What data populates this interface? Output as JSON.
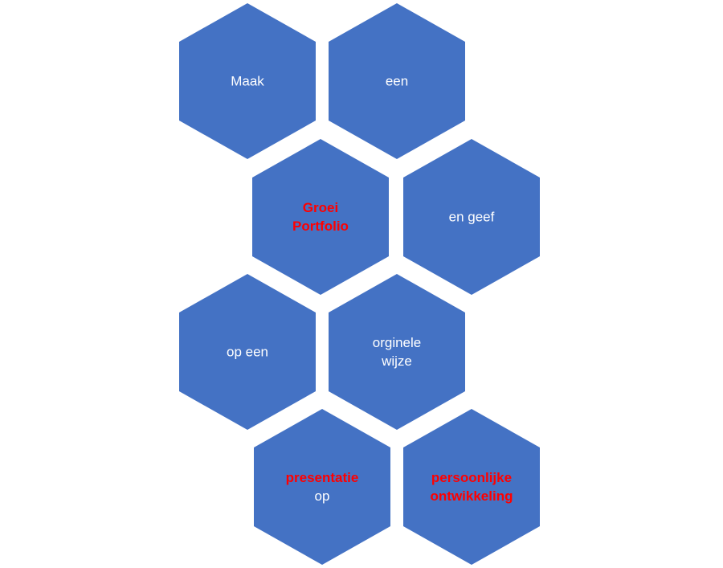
{
  "colors": {
    "hex_fill": "#4472C4",
    "text_default": "#FFFFFF",
    "text_emphasis": "#FF0000"
  },
  "hexagons": [
    {
      "lines": [
        {
          "text": "Maak",
          "emphasis": false
        }
      ]
    },
    {
      "lines": [
        {
          "text": "een",
          "emphasis": false
        }
      ]
    },
    {
      "lines": [
        {
          "text": "Groei",
          "emphasis": true
        },
        {
          "text": "Portfolio",
          "emphasis": true
        }
      ]
    },
    {
      "lines": [
        {
          "text": "en geef",
          "emphasis": false
        }
      ]
    },
    {
      "lines": [
        {
          "text": "op  een",
          "emphasis": false
        }
      ]
    },
    {
      "lines": [
        {
          "text": "orginele",
          "emphasis": false
        },
        {
          "text": "wijze",
          "emphasis": false
        }
      ]
    },
    {
      "lines": [
        {
          "text": "presentatie",
          "emphasis": true
        },
        {
          "text": "op",
          "emphasis": false
        }
      ]
    },
    {
      "lines": [
        {
          "text": "persoonlijke",
          "emphasis": true
        },
        {
          "text": "ontwikkeling",
          "emphasis": true
        }
      ]
    }
  ]
}
